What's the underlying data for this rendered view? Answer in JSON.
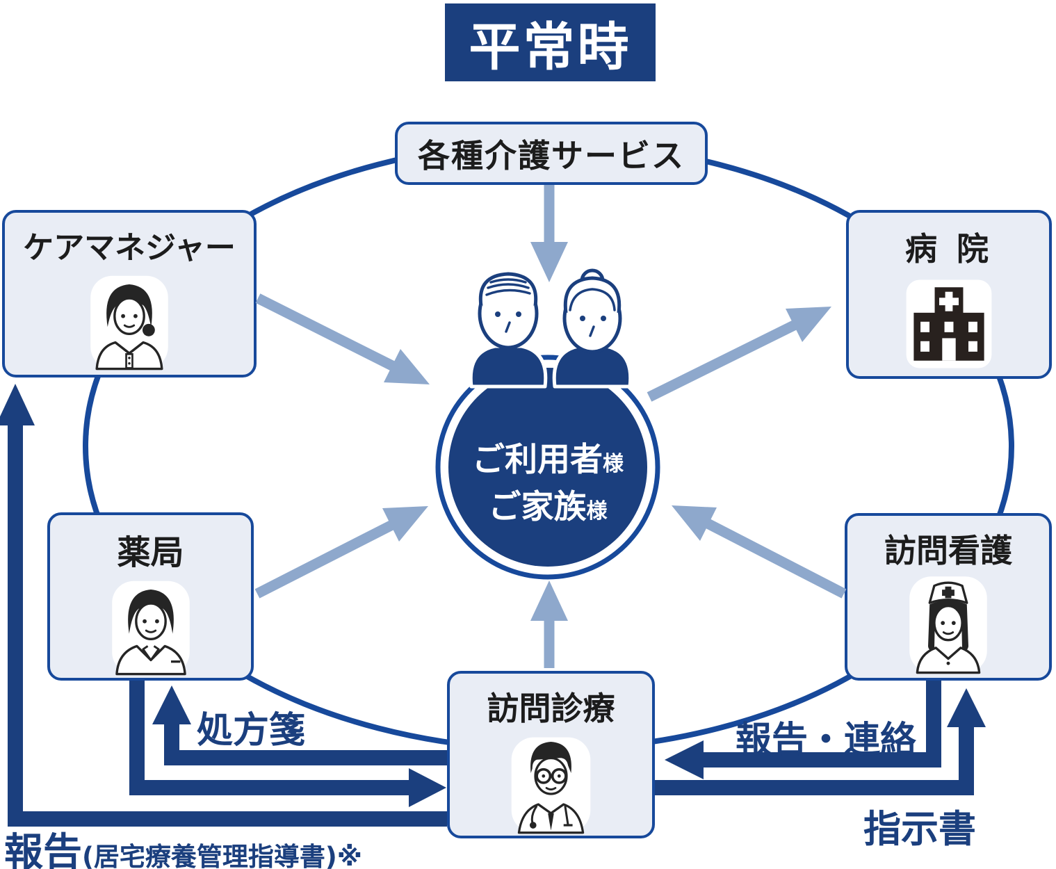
{
  "title": "平常時",
  "center": {
    "line1": "ご利用者",
    "line1_suffix": "様",
    "line2": "ご家族",
    "line2_suffix": "様"
  },
  "nodes": {
    "care_services": {
      "label": "各種介護サービス"
    },
    "care_manager": {
      "label": "ケアマネジャー",
      "icon": "care-manager-person-icon"
    },
    "hospital": {
      "label": "病 院",
      "icon": "hospital-building-icon"
    },
    "pharmacy": {
      "label": "薬局",
      "icon": "pharmacist-person-icon"
    },
    "visiting_nurse": {
      "label": "訪問看護",
      "icon": "nurse-person-icon"
    },
    "home_medical": {
      "label": "訪問診療",
      "icon": "doctor-person-icon"
    }
  },
  "flow_labels": {
    "prescription": "処方箋",
    "report_contact": "報告・連絡",
    "instruction": "指示書",
    "report": "報告",
    "report_note": "(居宅療養管理指導書)",
    "report_asterisk": "※"
  },
  "colors": {
    "navy": "#1b3f7e",
    "border_blue": "#17499b",
    "steel": "#8ea8cc",
    "box_bg": "#e9edf5"
  }
}
